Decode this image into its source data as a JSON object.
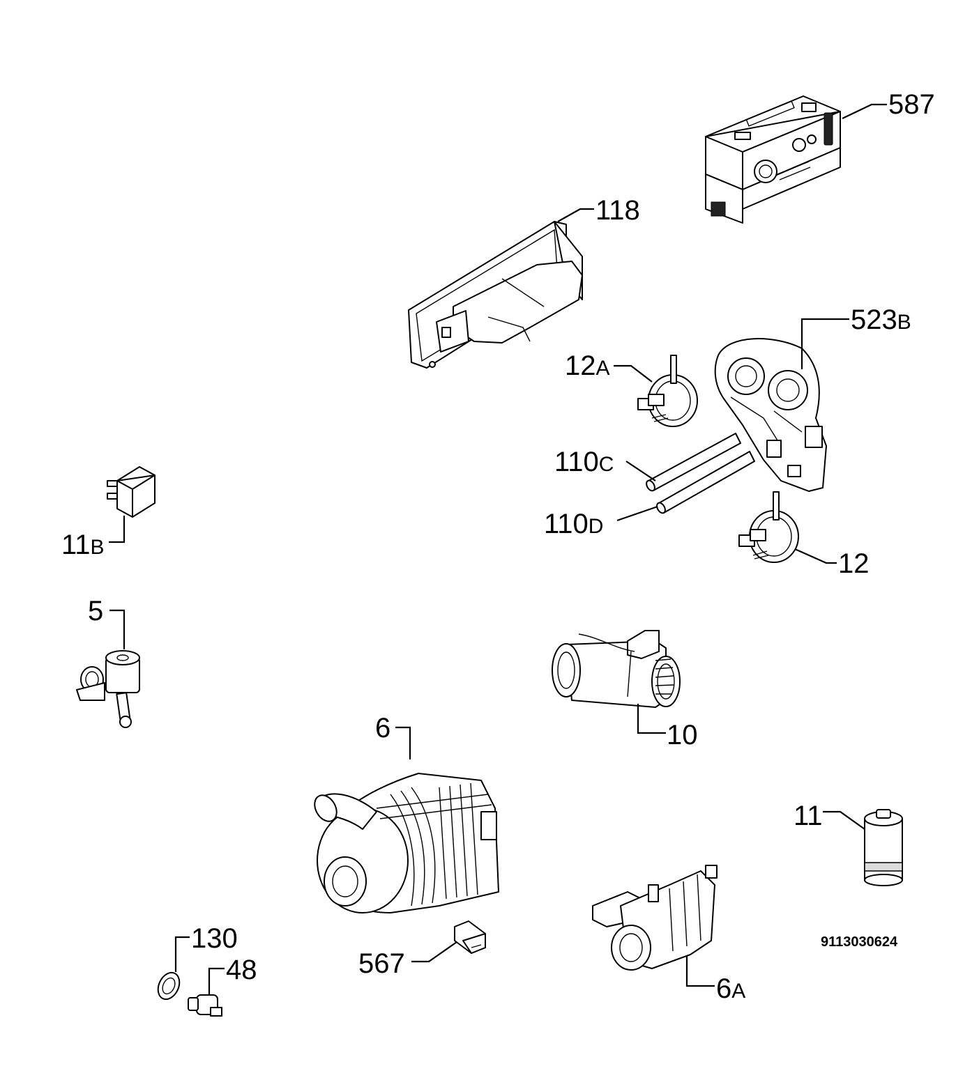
{
  "document_number": "9113030624",
  "callouts": [
    {
      "id": "587",
      "main": "587",
      "suffix": ""
    },
    {
      "id": "118",
      "main": "118",
      "suffix": ""
    },
    {
      "id": "523B",
      "main": "523",
      "suffix": "B"
    },
    {
      "id": "12A",
      "main": "12",
      "suffix": "A"
    },
    {
      "id": "110C",
      "main": "110",
      "suffix": "C"
    },
    {
      "id": "110D",
      "main": "110",
      "suffix": "D"
    },
    {
      "id": "12",
      "main": "12",
      "suffix": ""
    },
    {
      "id": "11B",
      "main": "11",
      "suffix": "B"
    },
    {
      "id": "5",
      "main": "5",
      "suffix": ""
    },
    {
      "id": "10",
      "main": "10",
      "suffix": ""
    },
    {
      "id": "6",
      "main": "6",
      "suffix": ""
    },
    {
      "id": "11",
      "main": "11",
      "suffix": ""
    },
    {
      "id": "130",
      "main": "130",
      "suffix": ""
    },
    {
      "id": "48",
      "main": "48",
      "suffix": ""
    },
    {
      "id": "567",
      "main": "567",
      "suffix": ""
    },
    {
      "id": "6A",
      "main": "6",
      "suffix": "A"
    }
  ]
}
